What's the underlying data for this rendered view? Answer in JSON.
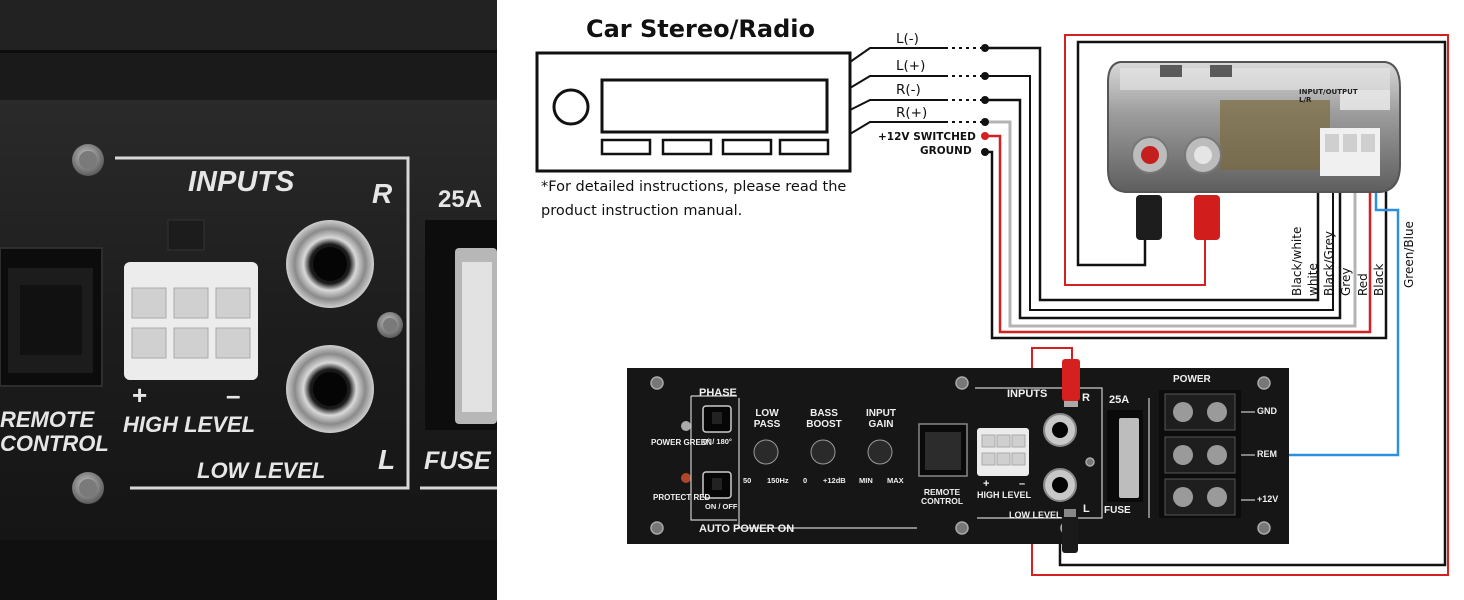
{
  "closeup": {
    "inputs_label": "INPUTS",
    "r_label": "R",
    "l_label": "L",
    "fuse_rating": "25A",
    "fuse_label": "FUSE",
    "remote_control_label": "REMOTE CONTROL",
    "high_level_label": "HIGH LEVEL",
    "low_level_label": "LOW LEVEL",
    "plus": "+",
    "minus": "–"
  },
  "stereo": {
    "title": "Car Stereo/Radio",
    "terminals": [
      "L(-)",
      "L(+)",
      "R(-)",
      "R(+)",
      "+12V SWITCHED",
      "GROUND"
    ],
    "note_line1": "*For detailed instructions, please read the",
    "note_line2": "product instruction manual."
  },
  "converter": {
    "label": "INPUT/OUTPUT L/R"
  },
  "wire_labels": [
    "Black/white",
    "white",
    "Black/Grey",
    "Grey",
    "Red",
    "Black",
    "Green/Blue"
  ],
  "amp": {
    "phase_label": "PHASE",
    "phase_opts": "0° / 180°",
    "power_led": "POWER GREEN",
    "protect_led": "PROTECT RED",
    "auto_power_opts": "ON / OFF",
    "auto_power_label": "AUTO POWER ON",
    "knobs": [
      {
        "label": "LOW PASS",
        "min": "50",
        "max": "150Hz"
      },
      {
        "label": "BASS BOOST",
        "min": "0",
        "max": "+12dB"
      },
      {
        "label": "INPUT GAIN",
        "min": "MIN",
        "max": "MAX"
      }
    ],
    "remote_label": "REMOTE CONTROL",
    "inputs_label": "INPUTS",
    "high_level": "HIGH LEVEL",
    "low_level": "LOW LEVEL",
    "r": "R",
    "l": "L",
    "fuse_rating": "25A",
    "fuse_label": "FUSE",
    "power_label": "POWER",
    "gnd": "GND",
    "rem": "REM",
    "v12": "+12V",
    "plus": "+",
    "minus": "–"
  },
  "colors": {
    "panel": "#161616",
    "red_wire": "#d42020",
    "grey_wire": "#b4b4b4",
    "blue_wire": "#2e8fe0",
    "black_wire": "#111111"
  }
}
